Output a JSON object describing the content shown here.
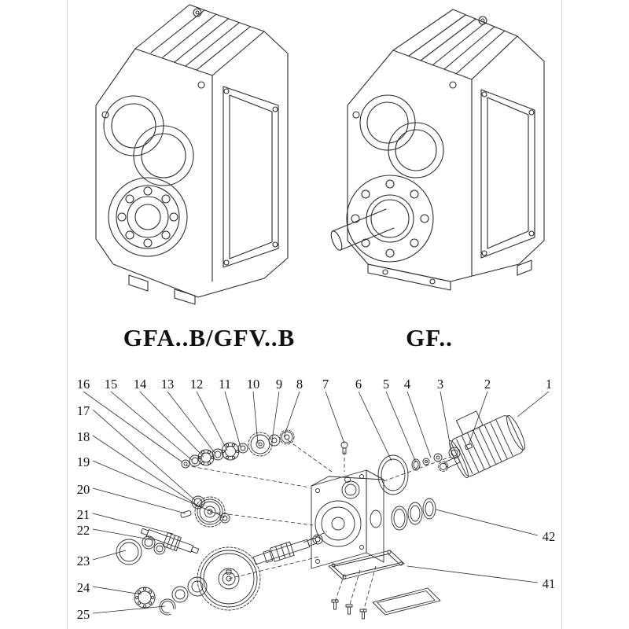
{
  "figures": {
    "left": {
      "caption": "GFA..B/GFV..B"
    },
    "right": {
      "caption": "GF.."
    }
  },
  "exploded": {
    "top_row": [
      "16",
      "15",
      "14",
      "13",
      "12",
      "11",
      "10",
      "9",
      "8",
      "7",
      "6",
      "5",
      "4",
      "3",
      "2",
      "1"
    ],
    "left_col": [
      "17",
      "18",
      "19",
      "20",
      "21",
      "22",
      "23",
      "24",
      "25"
    ],
    "right_col": [
      "42",
      "41"
    ]
  },
  "colors": {
    "line": "#2b2b2b",
    "background": "#ffffff"
  }
}
